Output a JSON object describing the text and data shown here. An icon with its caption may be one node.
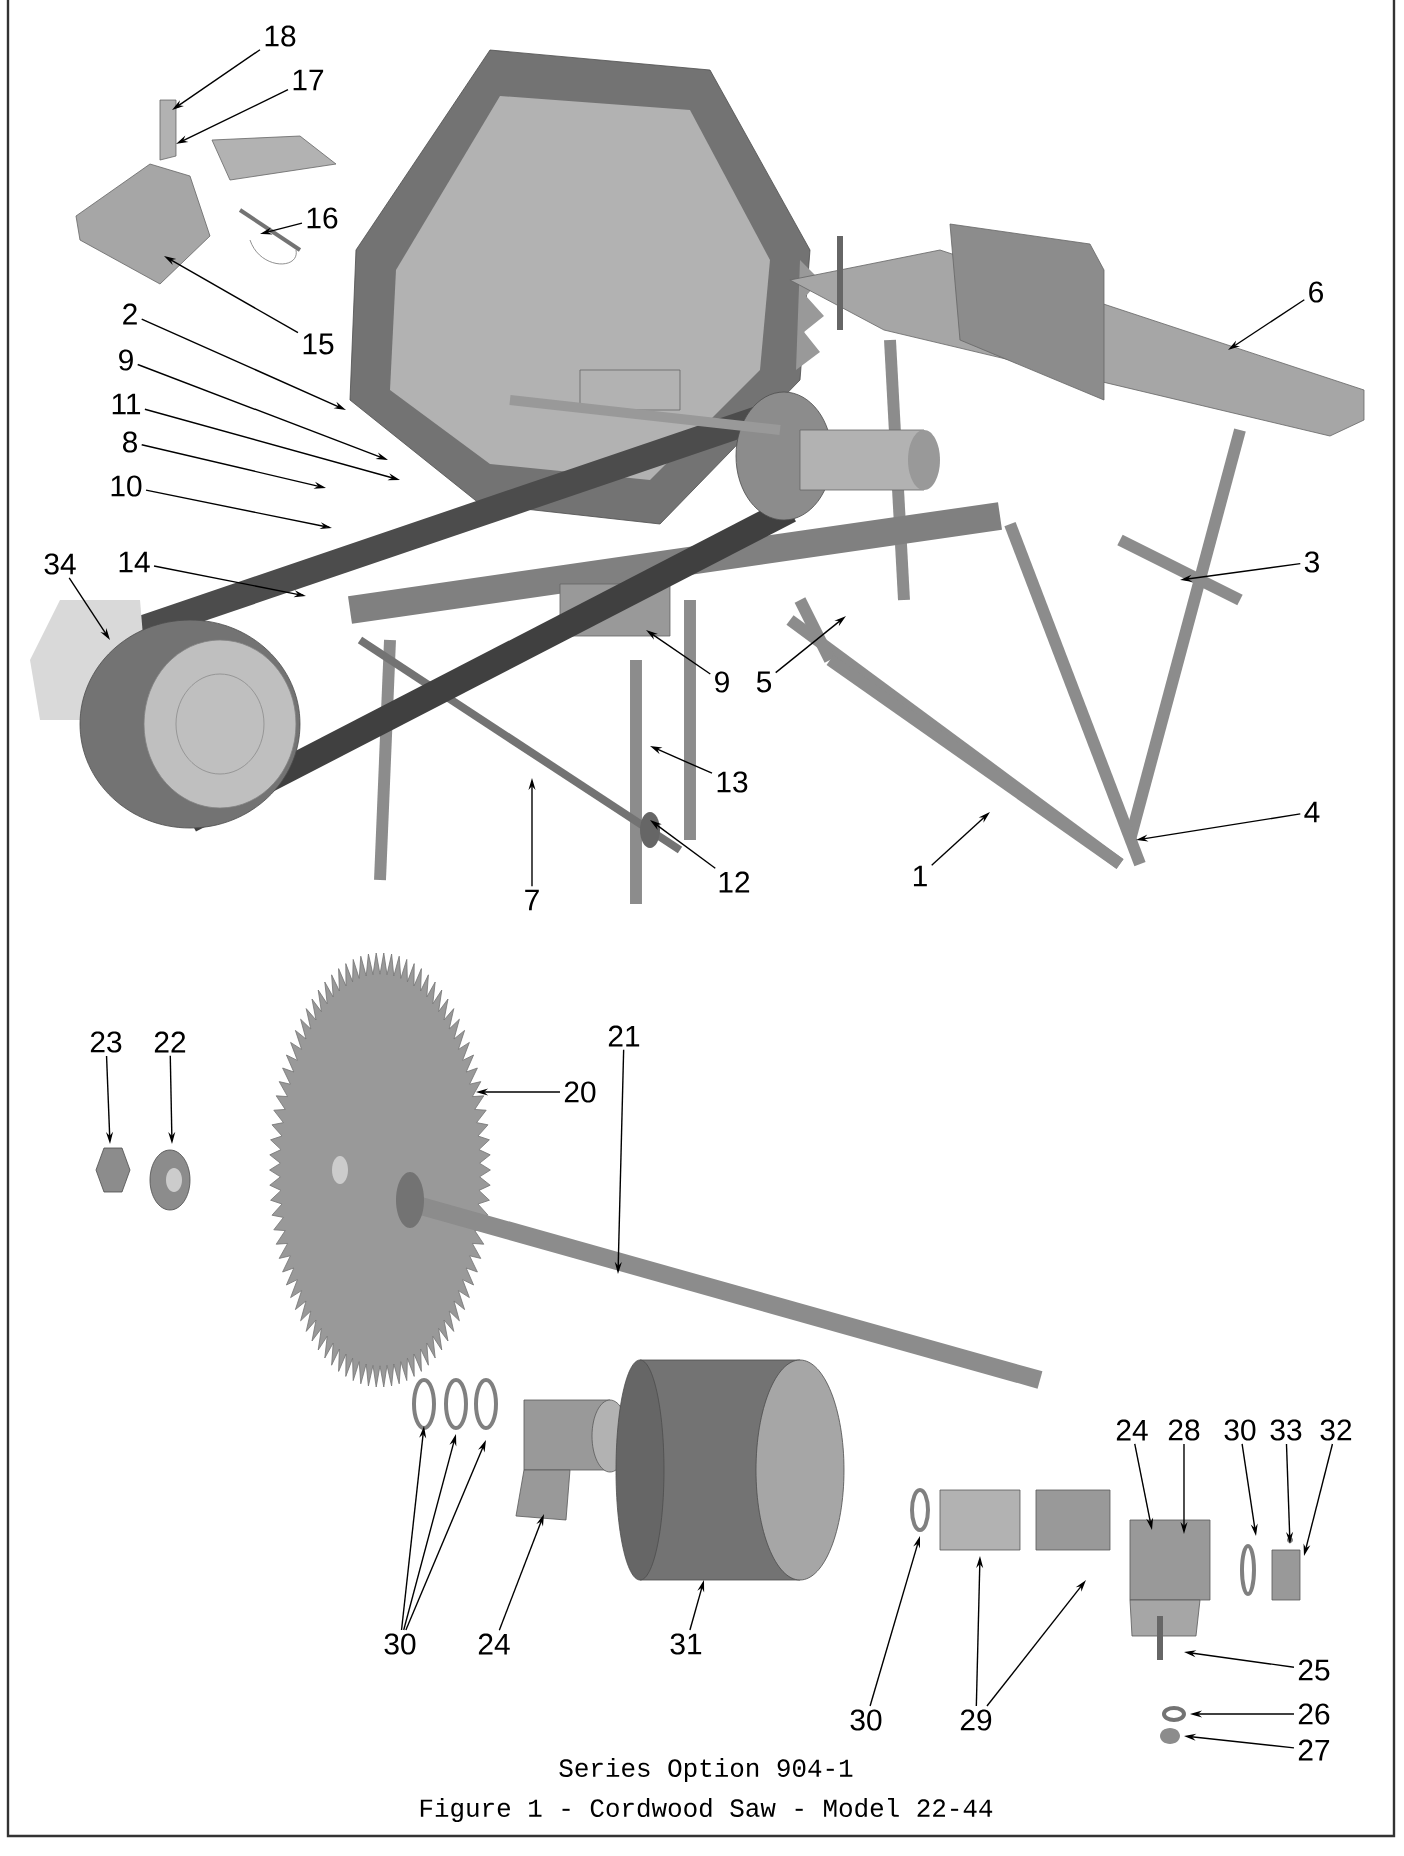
{
  "diagram": {
    "caption": "Figure 1 - Cordwood Saw - Model 22-44",
    "nodes": [
      {
        "text": [
          "18"
        ]
      },
      {
        "text": [
          "17"
        ]
      },
      {
        "text": [
          "16"
        ]
      },
      {
        "text": [
          "15"
        ]
      },
      {
        "text": [
          "2"
        ]
      },
      {
        "text": [
          "9"
        ]
      },
      {
        "text": [
          "11"
        ]
      },
      {
        "text": [
          "8"
        ]
      },
      {
        "text": [
          "10"
        ]
      },
      {
        "text": [
          "34"
        ]
      },
      {
        "text": [
          "14"
        ]
      },
      {
        "text": [
          "9"
        ]
      },
      {
        "text": [
          "5"
        ]
      },
      {
        "text": [
          "13"
        ]
      },
      {
        "text": [
          "12"
        ]
      },
      {
        "text": [
          "7"
        ]
      },
      {
        "text": [
          "1"
        ]
      },
      {
        "text": [
          "4"
        ]
      },
      {
        "text": [
          "3"
        ]
      },
      {
        "text": [
          "6"
        ]
      },
      {
        "text": [
          "23"
        ]
      },
      {
        "text": [
          "22"
        ]
      },
      {
        "text": [
          "20"
        ]
      },
      {
        "text": [
          "21"
        ]
      },
      {
        "text": [
          "30"
        ]
      },
      {
        "text": [
          "24"
        ]
      },
      {
        "text": [
          "31"
        ]
      },
      {
        "text": [
          "30"
        ]
      },
      {
        "text": [
          "29"
        ]
      },
      {
        "text": [
          "24"
        ]
      },
      {
        "text": [
          "28"
        ]
      },
      {
        "text": [
          "30"
        ]
      },
      {
        "text": [
          "33"
        ]
      },
      {
        "text": [
          "32"
        ]
      },
      {
        "text": [
          "25"
        ]
      },
      {
        "text": [
          "26"
        ]
      },
      {
        "text": [
          "27"
        ]
      }
    ],
    "edges": [
      {
        "from": 0,
        "to": null,
        "arrow": "to"
      },
      {
        "from": 1,
        "to": null,
        "arrow": "to"
      },
      {
        "from": 2,
        "to": null,
        "arrow": "to"
      },
      {
        "from": 3,
        "to": null,
        "arrow": "to"
      },
      {
        "from": 4,
        "to": null,
        "arrow": "to"
      },
      {
        "from": 5,
        "to": null,
        "arrow": "to"
      },
      {
        "from": 6,
        "to": null,
        "arrow": "to"
      },
      {
        "from": 7,
        "to": null,
        "arrow": "to"
      },
      {
        "from": 8,
        "to": null,
        "arrow": "to"
      },
      {
        "from": 9,
        "to": null,
        "arrow": "to"
      },
      {
        "from": 10,
        "to": null,
        "arrow": "to"
      },
      {
        "from": 11,
        "to": null,
        "arrow": "to"
      },
      {
        "from": 12,
        "to": null,
        "arrow": "to"
      },
      {
        "from": 13,
        "to": null,
        "arrow": "to"
      },
      {
        "from": 14,
        "to": null,
        "arrow": "to"
      },
      {
        "from": 15,
        "to": null,
        "arrow": "to"
      },
      {
        "from": 16,
        "to": null,
        "arrow": "to"
      },
      {
        "from": 17,
        "to": null,
        "arrow": "to"
      },
      {
        "from": 18,
        "to": null,
        "arrow": "to"
      },
      {
        "from": 19,
        "to": null,
        "arrow": "to"
      },
      {
        "from": 20,
        "to": null,
        "arrow": "to"
      },
      {
        "from": 21,
        "to": null,
        "arrow": "to"
      },
      {
        "from": 22,
        "to": null,
        "arrow": "to"
      },
      {
        "from": 23,
        "to": null,
        "arrow": "to"
      },
      {
        "from": 24,
        "to": null,
        "arrow": "to"
      },
      {
        "from": 24,
        "to": null,
        "arrow": "to"
      },
      {
        "from": 24,
        "to": null,
        "arrow": "to"
      },
      {
        "from": 25,
        "to": null,
        "arrow": "to"
      },
      {
        "from": 26,
        "to": null,
        "arrow": "to"
      },
      {
        "from": 27,
        "to": null,
        "arrow": "to"
      },
      {
        "from": 28,
        "to": null,
        "arrow": "to"
      },
      {
        "from": 28,
        "to": null,
        "arrow": "to"
      },
      {
        "from": 29,
        "to": null,
        "arrow": "to"
      },
      {
        "from": 30,
        "to": null,
        "arrow": "to"
      },
      {
        "from": 31,
        "to": null,
        "arrow": "to"
      },
      {
        "from": 32,
        "to": null,
        "arrow": "to"
      },
      {
        "from": 33,
        "to": null,
        "arrow": "to"
      },
      {
        "from": 34,
        "to": null,
        "arrow": "to"
      },
      {
        "from": 35,
        "to": null,
        "arrow": "to"
      },
      {
        "from": 36,
        "to": null,
        "arrow": "to"
      }
    ],
    "labels": [
      "Series Option 904-1"
    ]
  }
}
